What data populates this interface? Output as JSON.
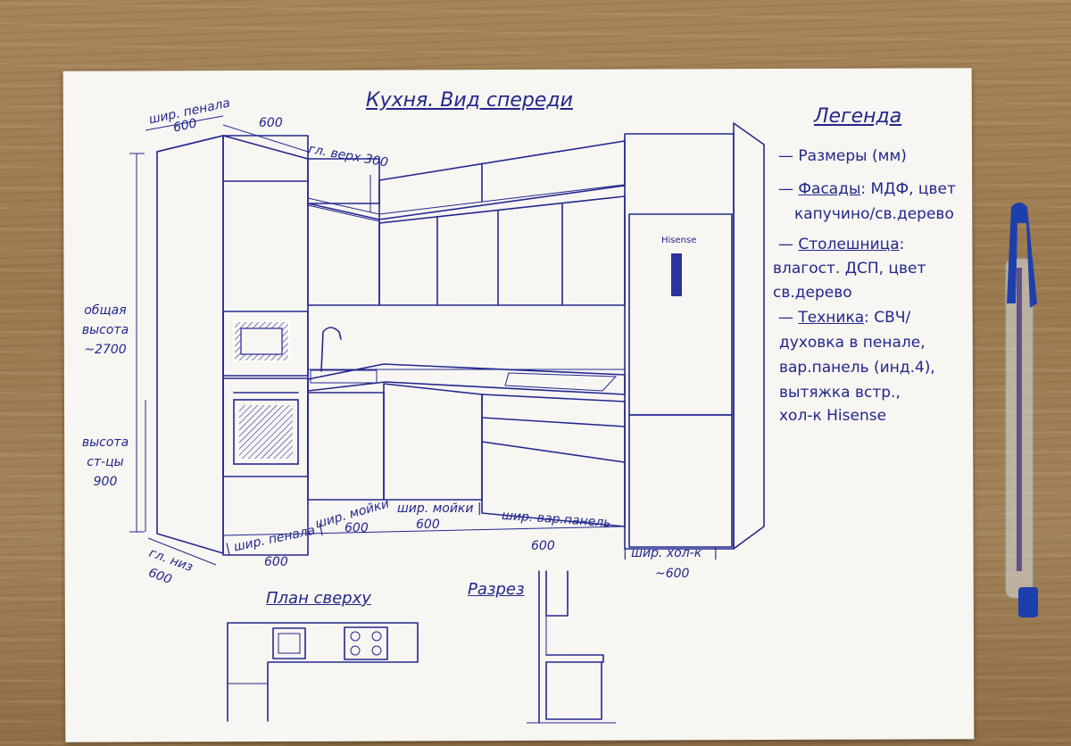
{
  "title": "Кухня. Вид спереди",
  "legend": {
    "heading": "Легенда",
    "sizes": "— Размеры (мм)",
    "facades_label": "Фасады",
    "facades_text": ": МДФ, цвет",
    "facades_text2": "капучино/св.дерево",
    "counter_label": "Столешница",
    "counter_text": ":",
    "counter_text2": "влагост. ДСП, цвет",
    "counter_text3": "св.дерево",
    "tech_label": "Техника",
    "tech_text": ": СВЧ/",
    "tech_text2": "духовка в пенале,",
    "tech_text3": "вар.панель (инд.4),",
    "tech_text4": "вытяжка встр.,",
    "tech_text5": "хол-к Hisense"
  },
  "dims": {
    "pencil_w_top": "шир. пенала",
    "pencil_w_top_val": "600",
    "upper_600": "600",
    "upper_depth": "гл. верх 300",
    "total_h": "общая",
    "total_h2": "высота",
    "total_h3": "~2700",
    "counter_h": "высота",
    "counter_h2": "ст-цы",
    "counter_h3": "900",
    "bottom_depth": "гл. низ",
    "bottom_depth_val": "600",
    "pencil_w": "шир. пенала",
    "pencil_w_val": "600",
    "sink_w1": "шир. мойки",
    "sink_w1_val": "600",
    "sink_w2": "шир. мойки",
    "sink_w2_val": "600",
    "hob_w": "шир. вар.панель",
    "hob_w_val": "600",
    "fridge_w": "шир. хол-к",
    "fridge_w_val": "~600"
  },
  "fridge_brand": "Hisense",
  "plan_title": "План сверху",
  "section_title": "Разрез",
  "colors": {
    "ink": "#23288f",
    "paper": "#f7f6f2",
    "wood_desk": "#9b7a4f",
    "light_wood": "#e8c9a0"
  }
}
